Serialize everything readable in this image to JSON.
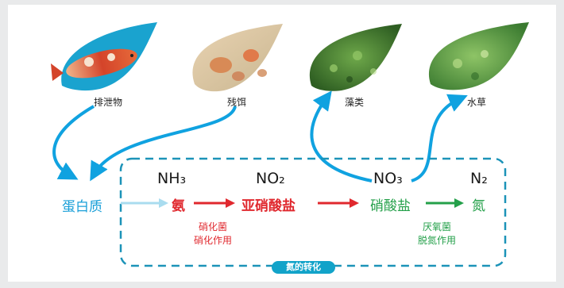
{
  "sources": [
    {
      "label": "排泄物",
      "icon": "fish-leaf-icon"
    },
    {
      "label": "残饵",
      "icon": "fish-food-leaf-icon"
    },
    {
      "label": "藻类",
      "icon": "algae-leaf-icon"
    },
    {
      "label": "水草",
      "icon": "aquatic-plant-leaf-icon"
    }
  ],
  "protein_label": "蛋白质",
  "compounds": [
    {
      "formula": "NH₃",
      "name": "氨",
      "color": "#e0282e"
    },
    {
      "formula": "NO₂",
      "name": "亚硝酸盐",
      "color": "#e0282e"
    },
    {
      "formula": "NO₃",
      "name": "硝酸盐",
      "color": "#24a04a"
    },
    {
      "formula": "N₂",
      "name": "氮",
      "color": "#24a04a"
    }
  ],
  "bacteria": {
    "nitrifying_line1": "硝化菌",
    "nitrifying_line2": "硝化作用",
    "anaerobic_line1": "厌氧菌",
    "anaerobic_line2": "脱氮作用"
  },
  "cycle_title": "氮的转化",
  "colors": {
    "arrow_blue": "#10a2e0",
    "leaf_blue": "#1aa3cf",
    "red": "#e0282e",
    "green": "#24a04a",
    "dashed_border": "#1c93b8"
  }
}
